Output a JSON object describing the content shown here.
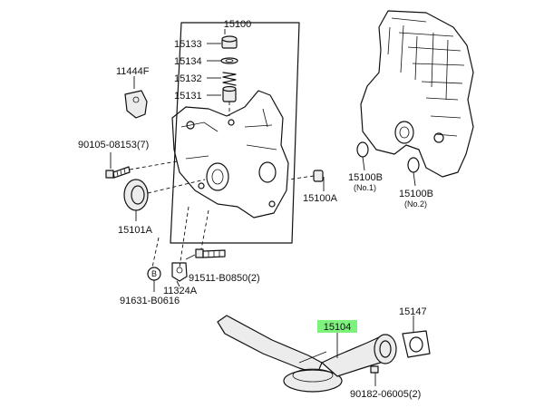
{
  "labels": {
    "p15100": "15100",
    "p15133": "15133",
    "p15134": "15134",
    "p15132": "15132",
    "p15131": "15131",
    "p11444F": "11444F",
    "p90105": "90105-08153(7)",
    "p15101A": "15101A",
    "p15100A": "15100A",
    "p15100B1": "15100B",
    "p15100B1_note": "(No.1)",
    "p15100B2": "15100B",
    "p15100B2_note": "(No.2)",
    "p91511": "91511-B0850(2)",
    "p11324A": "11324A",
    "p91631": "91631-B0616",
    "p15104": "15104",
    "p15147": "15147",
    "p90182": "90182-06005(2)",
    "marker_b": "B"
  },
  "colors": {
    "highlight": "#7df27d",
    "line": "#111111"
  }
}
